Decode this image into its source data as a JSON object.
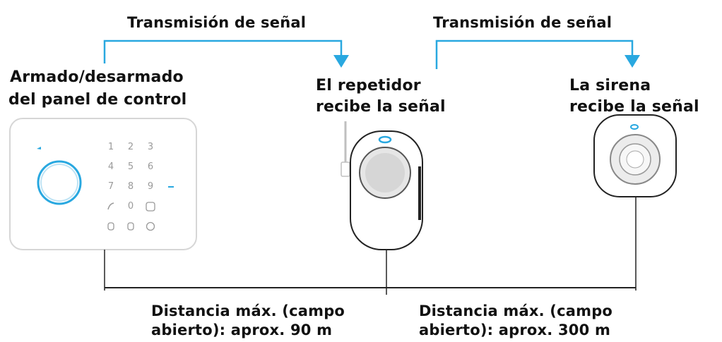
{
  "colors": {
    "accent": "#29a8e0",
    "line": "#222222",
    "device_outline": "#cfcfcf",
    "key_text": "#9a9a9a"
  },
  "signal_label_1": "Transmisión de señal",
  "signal_label_2": "Transmisión de señal",
  "control_panel": {
    "label_line1": "Armado/desarmado",
    "label_line2": "del panel de control",
    "keypad": [
      "1",
      "2",
      "3",
      "4",
      "5",
      "6",
      "7",
      "8",
      "9",
      "0"
    ]
  },
  "repeater": {
    "label_line1": "El repetidor",
    "label_line2": "recibe la señal"
  },
  "siren": {
    "label_line1": "La sirena",
    "label_line2": "recibe la señal"
  },
  "distance_1": {
    "line1": "Distancia máx. (campo",
    "line2": "abierto): aprox. 90 m"
  },
  "distance_2": {
    "line1": "Distancia máx. (campo",
    "line2": "abierto): aprox. 300 m"
  }
}
